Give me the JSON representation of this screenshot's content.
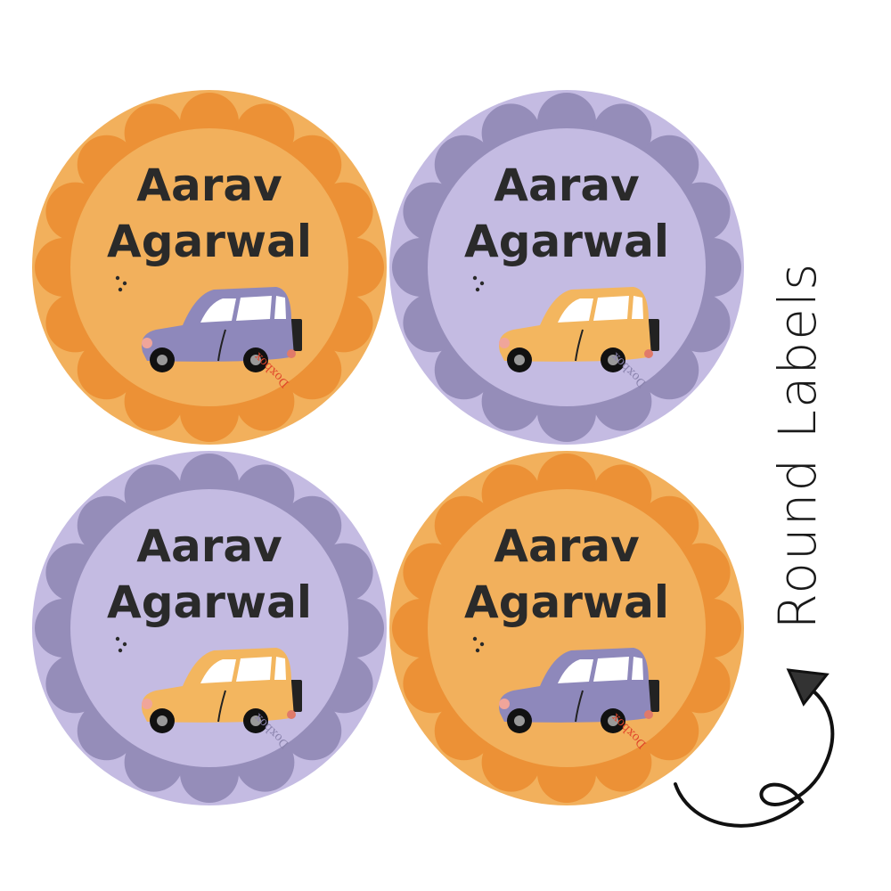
{
  "side_title": "Round Labels",
  "labels": [
    {
      "first": "Aarav",
      "last": "Agarwal",
      "watermark": "Doxbox",
      "theme": "orange",
      "car": "purple"
    },
    {
      "first": "Aarav",
      "last": "Agarwal",
      "watermark": "Doxbox",
      "theme": "purple",
      "car": "yellow"
    },
    {
      "first": "Aarav",
      "last": "Agarwal",
      "watermark": "Doxbox",
      "theme": "purple",
      "car": "yellow"
    },
    {
      "first": "Aarav",
      "last": "Agarwal",
      "watermark": "Doxbox",
      "theme": "orange",
      "car": "purple"
    }
  ],
  "colors": {
    "orange_base": "#f2b05c",
    "orange_scallop": "#ec9136",
    "purple_base": "#c4bbe2",
    "purple_scallop": "#958db9",
    "car_purple": "#8e88bb",
    "car_yellow": "#f3b65f",
    "watermark_orange": "#e0452a",
    "watermark_purple": "#8a83ad",
    "text": "#2a2a2a"
  }
}
